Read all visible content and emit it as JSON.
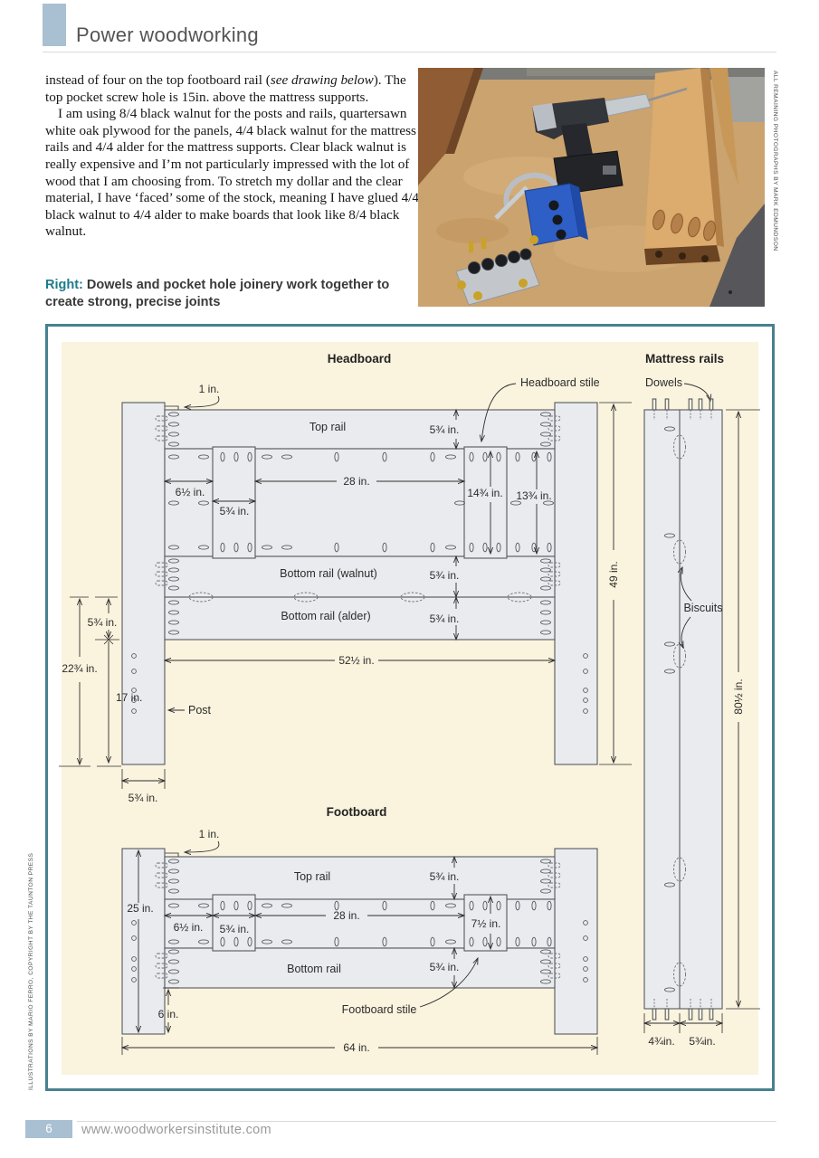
{
  "header": {
    "title": "Power woodworking"
  },
  "article": {
    "p1_before": "instead of four on the top footboard rail (",
    "p1_italic": "see drawing below",
    "p1_after": "). The top pocket screw hole is 15in. above the mattress supports.",
    "p2": "I am using 8/4 black walnut for the posts and rails, quartersawn white oak plywood for the panels, 4/4 black walnut for the mattress rails and 4/4 alder for the mattress supports. Clear black walnut is really expensive and I’m not particularly impressed with the lot of wood that I am choosing from. To stretch my dollar and the clear material, I have ‘faced’ some of the stock, meaning I have glued 4/4 black walnut to 4/4 alder to make boards that look like 8/4 black walnut.",
    "caption_lead": "Right:",
    "caption_text": " Dowels and pocket hole joinery work together to create strong, precise joints"
  },
  "credits": {
    "photos": "ALL REMAINING PHOTOGRAPHS BY MARK EDMUNDSON",
    "illustrations": "ILLUSTRATIONS BY MARIO FERRO, COPYRIGHT BY THE TAUNTON PRESS"
  },
  "footer": {
    "page_number": "6",
    "url": "www.woodworkersinstitute.com"
  },
  "diagram": {
    "headboard": {
      "title": "Headboard",
      "dim_1in": "1 in.",
      "top_rail": "Top rail",
      "dim_toprail_h": "5¾ in.",
      "stile": "Headboard stile",
      "dim_28": "28 in.",
      "dim_6half": "6½ in.",
      "dim_stile_w": "5¾ in.",
      "dim_stile_h": "14¾ in.",
      "dim_panel_h": "13¾ in.",
      "rail_walnut": "Bottom rail (walnut)",
      "dim_walnut_h": "5¾ in.",
      "rail_alder": "Bottom rail (alder)",
      "dim_alder_h": "5¾ in.",
      "dim_49": "49 in.",
      "dim_52half": "52½ in.",
      "dim_alder_left": "5¾ in.",
      "dim_22_3q": "22¾ in.",
      "dim_17": "17 in.",
      "post": "Post",
      "dim_post_w": "5¾ in."
    },
    "footboard": {
      "title": "Footboard",
      "dim_1in": "1 in.",
      "top_rail": "Top rail",
      "dim_toprail_h": "5¾ in.",
      "dim_25": "25 in.",
      "dim_6half": "6½ in.",
      "dim_stile_w": "5¾ in.",
      "dim_28": "28 in.",
      "dim_stile_h": "7½ in.",
      "bottom_rail": "Bottom rail",
      "dim_bottomrail_h": "5¾ in.",
      "dim_6": "6 in.",
      "stile": "Footboard stile",
      "dim_64": "64 in."
    },
    "mattress": {
      "title": "Mattress rails",
      "dowels": "Dowels",
      "biscuits": "Biscuits",
      "dim_80half": "80½ in.",
      "dim_4_3q": "4¾in.",
      "dim_5_3q": "5¾in."
    }
  },
  "colors": {
    "accent_teal": "#1e7a8c",
    "diagram_border": "#47818f",
    "diagram_bg": "#faf3de",
    "wood_fill": "#e9ebee",
    "header_square": "#a8c0d2"
  }
}
